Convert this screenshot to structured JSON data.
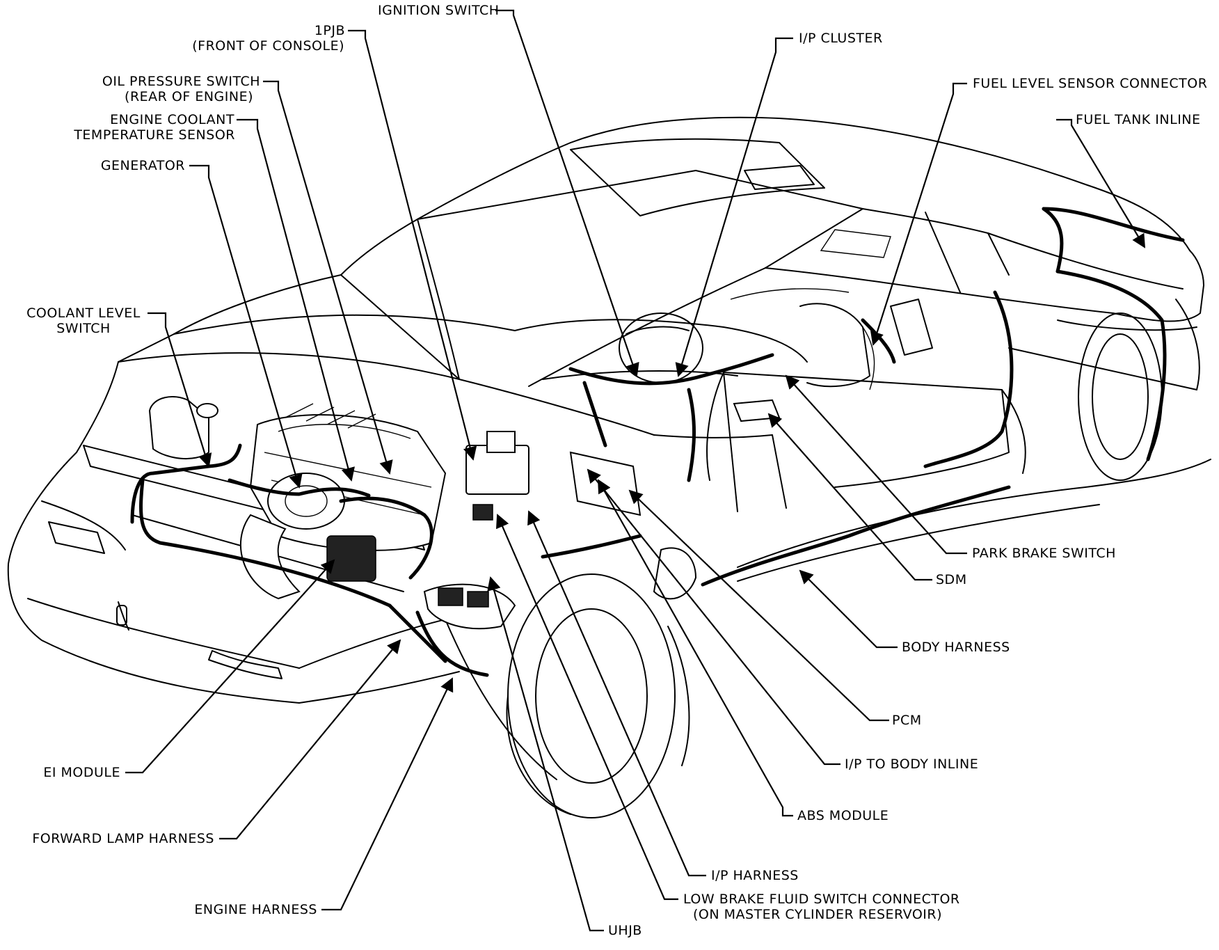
{
  "labels": {
    "ignition_switch": "IGNITION SWITCH",
    "ipjb_1": "1PJB",
    "ipjb_2": "(FRONT OF CONSOLE)",
    "ip_cluster": "I/P CLUSTER",
    "fuel_level_sensor_connector": "FUEL LEVEL SENSOR CONNECTOR",
    "fuel_tank_inline": "FUEL TANK INLINE",
    "oil_pressure_switch_1": "OIL PRESSURE SWITCH",
    "oil_pressure_switch_2": "(REAR OF ENGINE)",
    "engine_coolant_1": "ENGINE COOLANT",
    "engine_coolant_2": "TEMPERATURE SENSOR",
    "generator": "GENERATOR",
    "coolant_level_1": "COOLANT LEVEL",
    "coolant_level_2": "SWITCH",
    "park_brake_switch": "PARK BRAKE SWITCH",
    "sdm": "SDM",
    "body_harness": "BODY HARNESS",
    "pcm": "PCM",
    "ip_to_body_inline": "I/P TO BODY INLINE",
    "abs_module": "ABS MODULE",
    "ei_module": "EI MODULE",
    "forward_lamp_harness": "FORWARD LAMP HARNESS",
    "engine_harness": "ENGINE HARNESS",
    "ip_harness": "I/P HARNESS",
    "low_brake_fluid_1": "LOW BRAKE FLUID SWITCH CONNECTOR",
    "low_brake_fluid_2": "(ON MASTER CYLINDER RESERVOIR)",
    "uhjb": "UHJB"
  }
}
